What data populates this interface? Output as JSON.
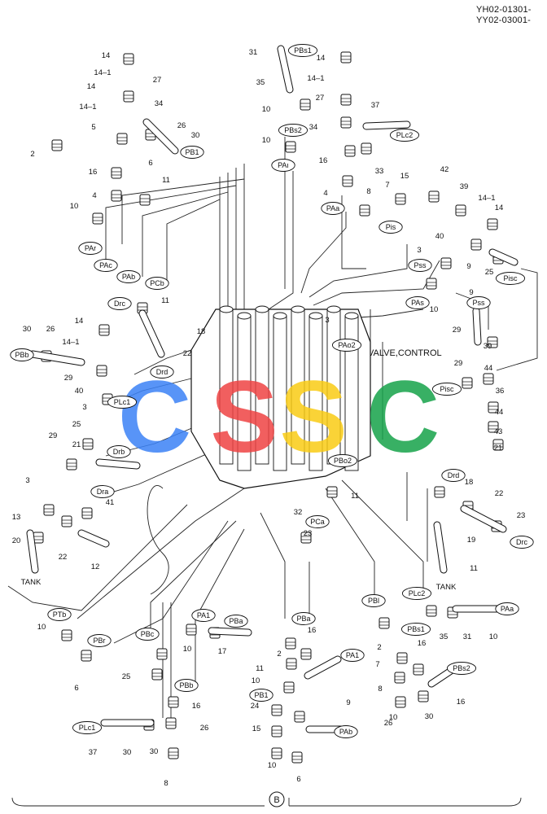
{
  "header": {
    "code1": "YH02-01301-",
    "code2": "YY02-03001-"
  },
  "caption": "VALVE,CONTROL",
  "section_marker": "B",
  "watermark": {
    "text": "CSSC",
    "colors": [
      "#3b82f6",
      "#ef4444",
      "#facc15",
      "#16a34a"
    ]
  },
  "tags": [
    "PBs1",
    "PBs2",
    "PLc2",
    "PAı",
    "PB1",
    "PAr",
    "PAc",
    "PAb",
    "PCb",
    "Drc",
    "PAa",
    "Pis",
    "Pss",
    "PAs",
    "Pisc",
    "PBb",
    "Drd",
    "PLc1",
    "PAo2",
    "Pss",
    "Pisc",
    "Drb",
    "Dra",
    "Drd",
    "PBo2",
    "PCa",
    "Drc",
    "PTb",
    "PBr",
    "PA1",
    "PBa",
    "PBc",
    "PBb",
    "PBa",
    "PBl",
    "PLc2",
    "PBs1",
    "PAa",
    "PA1",
    "PBs2",
    "PB1",
    "PLc1",
    "PAb"
  ],
  "numbers": [
    "14",
    "14–1",
    "27",
    "14",
    "14–1",
    "34",
    "26",
    "30",
    "5",
    "2",
    "6",
    "16",
    "4",
    "11",
    "10",
    "31",
    "35",
    "14",
    "14–1",
    "27",
    "10",
    "37",
    "34",
    "10",
    "16",
    "33",
    "4",
    "8",
    "7",
    "15",
    "42",
    "39",
    "14–1",
    "14",
    "3",
    "40",
    "9",
    "25",
    "9",
    "10",
    "14",
    "14–1",
    "30",
    "26",
    "29",
    "40",
    "3",
    "18",
    "22",
    "11",
    "3",
    "29",
    "25",
    "29",
    "39",
    "44",
    "36",
    "44",
    "43",
    "21",
    "29",
    "21",
    "3",
    "41",
    "13",
    "22",
    "20",
    "12",
    "18",
    "22",
    "23",
    "11",
    "19",
    "32",
    "11",
    "23",
    "10",
    "6",
    "10",
    "25",
    "17",
    "2",
    "16",
    "11",
    "10",
    "24",
    "2",
    "16",
    "7",
    "8",
    "26",
    "30",
    "16",
    "10",
    "35",
    "31",
    "10",
    "9",
    "37",
    "30",
    "30",
    "26",
    "8",
    "16",
    "10",
    "6",
    "15",
    "33",
    "10"
  ],
  "tank_label": "TANK"
}
